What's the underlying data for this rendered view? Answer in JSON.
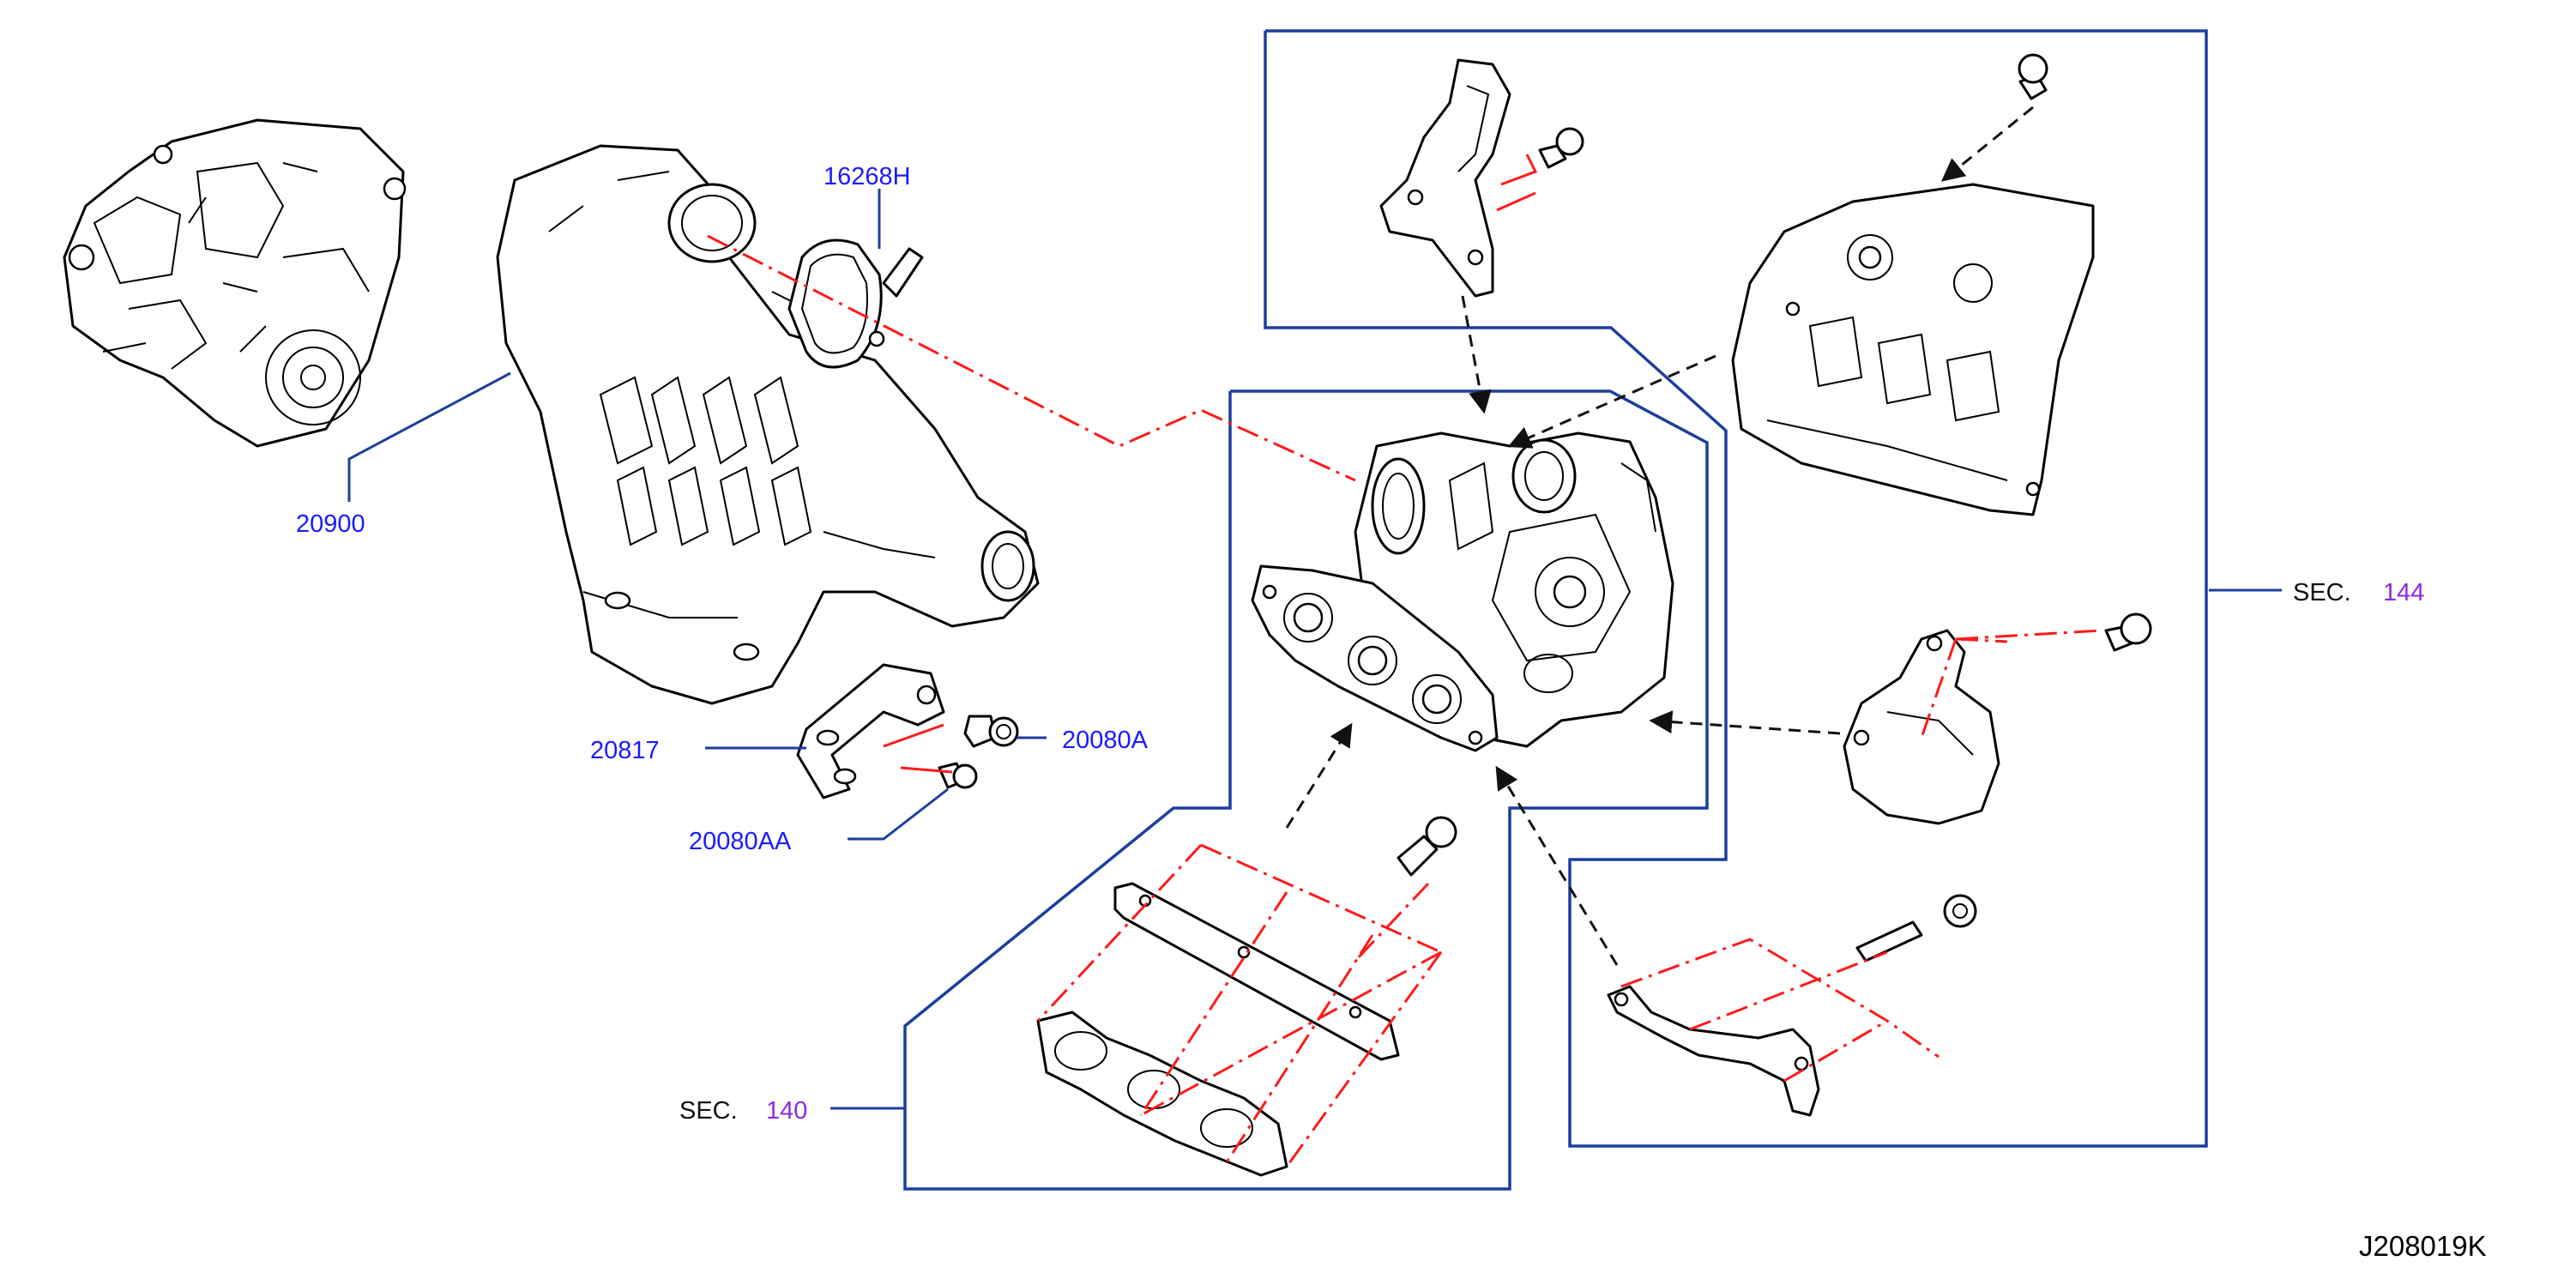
{
  "diagram": {
    "reference_code": "J208019K",
    "part_numbers": {
      "p20900": "20900",
      "p16268H": "16268H",
      "p20817": "20817",
      "p20080A": "20080A",
      "p20080AA": "20080AA"
    },
    "section_refs": {
      "sec144": {
        "word": "SEC.",
        "number": "144"
      },
      "sec140": {
        "word": "SEC.",
        "number": "140"
      }
    },
    "colors": {
      "part_label": "#1a1aff",
      "section_number": "#8a2be2",
      "leader_line": "#1b3f9c",
      "red_dashed_line": "#ff1a1a",
      "black_dashed_arrow": "#111111"
    }
  }
}
